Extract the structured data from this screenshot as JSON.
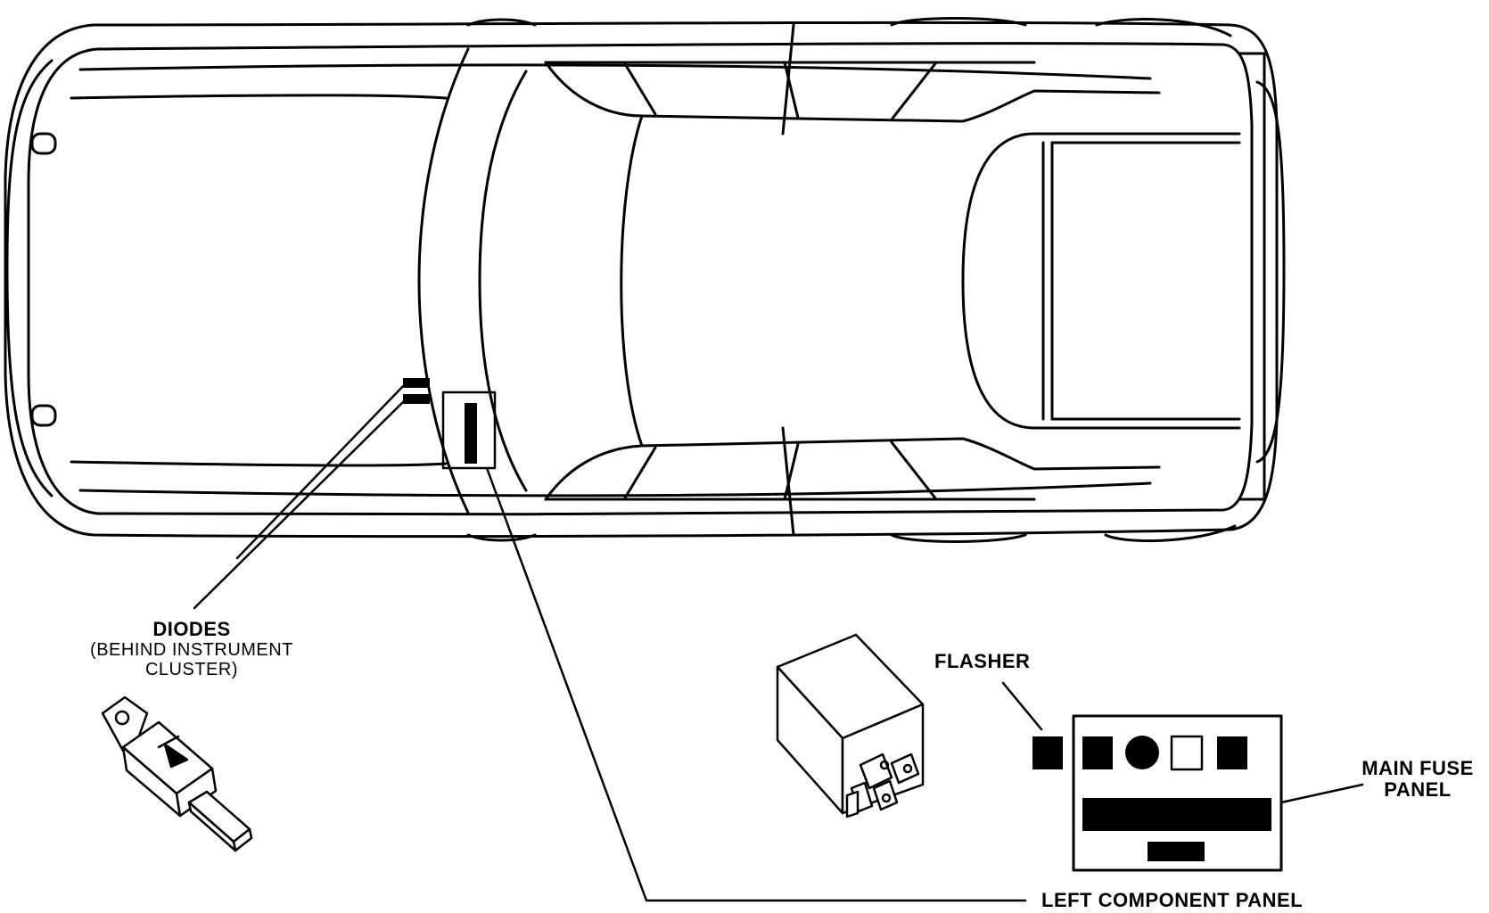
{
  "labels": {
    "diodes": {
      "title": "DIODES",
      "line2": "(BEHIND INSTRUMENT",
      "line3": "CLUSTER)"
    },
    "flasher": "FLASHER",
    "main_fuse_panel": {
      "line1": "MAIN FUSE",
      "line2": "PANEL"
    },
    "left_component_panel": "LEFT COMPONENT PANEL"
  },
  "colors": {
    "ink": "#000000",
    "paper": "#ffffff"
  }
}
